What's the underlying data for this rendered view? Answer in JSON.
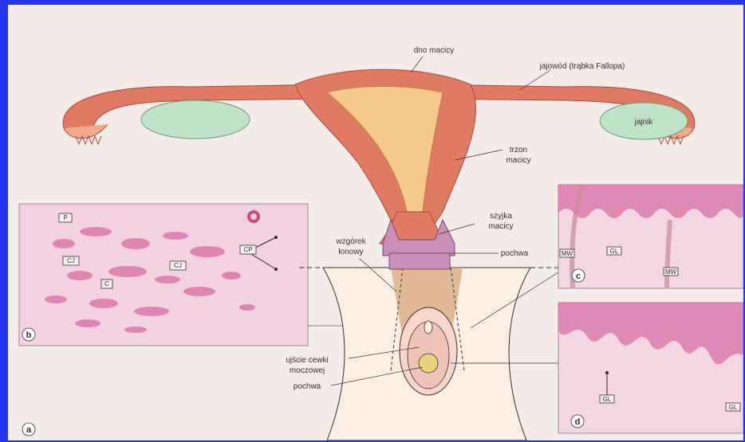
{
  "labels": {
    "fundus": "dno macicy",
    "oviduct": "jajowód (trąbka Fallopa)",
    "ovary": "jajnik",
    "body_line1": "trzon",
    "body_line2": "macicy",
    "cervix_line1": "szyjka",
    "cervix_line2": "macicy",
    "vagina_upper": "pochwa",
    "mons_line1": "wzgórek",
    "mons_line2": "łonowy",
    "urethra_line1": "ujście cewki",
    "urethra_line2": "moczowej",
    "vagina_lower": "pochwa"
  },
  "panels": {
    "a": "a",
    "b": "b",
    "c": "c",
    "d": "d"
  },
  "micro_b": {
    "p": "P",
    "cj1": "CJ",
    "cj2": "CJ",
    "c": "C",
    "cp": "CP"
  },
  "micro_c": {
    "mw1": "MW",
    "gl": "GL",
    "mw2": "MW"
  },
  "micro_d": {
    "gl1": "GL",
    "gl2": "GL"
  },
  "colors": {
    "frame": "#2434e8",
    "background": "#f3ece9",
    "uterus": "#e07a62",
    "endometrium": "#f5c98a",
    "ovary": "#bfe3c8",
    "cervix_vagina": "#c98fb8",
    "histology": "#e9b4cf"
  }
}
